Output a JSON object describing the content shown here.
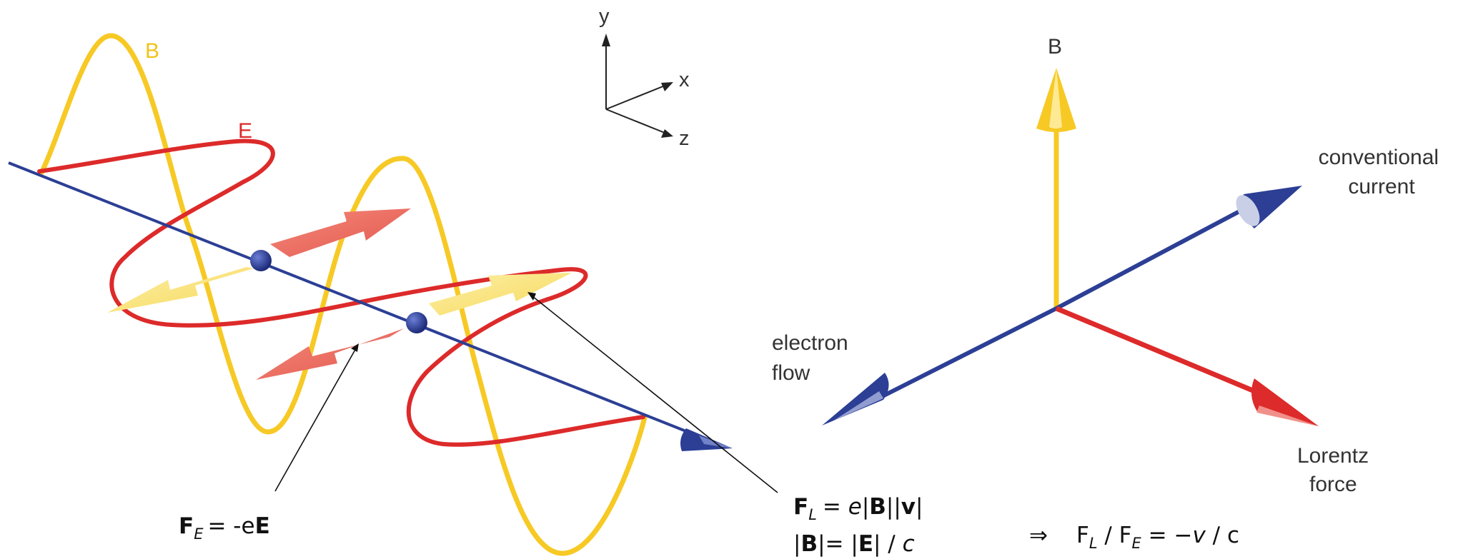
{
  "colors": {
    "b_field": "#f7c925",
    "e_field": "#dd2a2a",
    "propagation": "#2c3f95",
    "force_red": "#ef6b60",
    "force_yellow": "#fbe47a",
    "axis_ink": "#222222"
  },
  "wave_diagram": {
    "b_label": "B",
    "e_label": "E",
    "axes": {
      "y": "y",
      "x": "x",
      "z": "z"
    }
  },
  "equations": {
    "fe": {
      "F": "F",
      "sub": "E",
      "rest": "= -e",
      "E": "E"
    },
    "fl": {
      "F": "F",
      "sub": "L",
      "eq": "= ",
      "e": "e",
      "bar1": "|",
      "B": "B",
      "bars": "||",
      "v": "v",
      "bar2": "|"
    },
    "bmag": {
      "bar1": "|",
      "B": "B",
      "mid": "|= |",
      "E": "E",
      "rest": "| / ",
      "c": "c"
    },
    "ratio": {
      "arrow": "⇒",
      "F1": "F",
      "sub1": "L",
      "slash": " / F",
      "sub2": "E",
      "rest": " = −",
      "v": "v",
      "tail": " / c"
    }
  },
  "right_diagram": {
    "b_label": "B",
    "conventional_current": [
      "conventional",
      "current"
    ],
    "electron_flow": [
      "electron",
      "flow"
    ],
    "lorentz_force": [
      "Lorentz",
      "force"
    ]
  }
}
